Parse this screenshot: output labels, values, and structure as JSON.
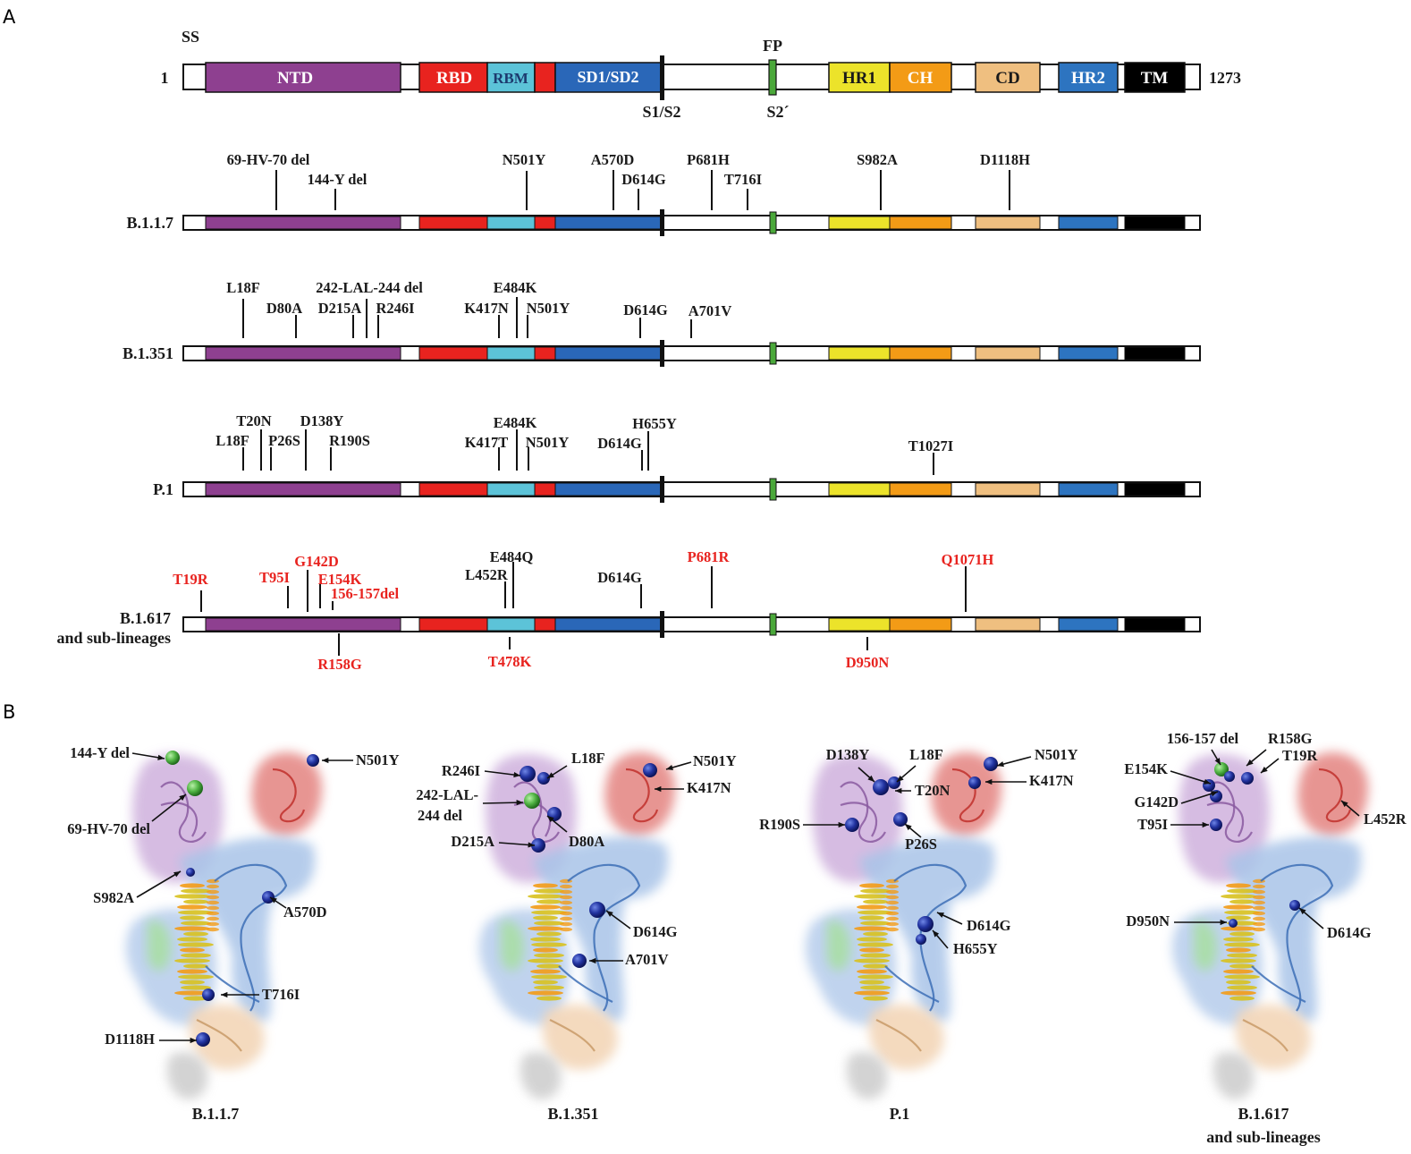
{
  "panels": {
    "a": "A",
    "b": "B"
  },
  "domain_map": {
    "start_label": "1",
    "end_label": "1273",
    "ss_label": "SS",
    "fp_label": "FP",
    "s1s2_label": "S1/S2",
    "s2prime_label": "S2´",
    "domains": [
      {
        "name": "NTD",
        "color": "#8e4090",
        "text_color": "#ffffff"
      },
      {
        "name": "RBD",
        "color": "#e8231f",
        "text_color": "#ffffff"
      },
      {
        "name": "RBM",
        "color": "#5cc3d8",
        "text_color": "#1c3a6e"
      },
      {
        "name": "",
        "color": "#e8231f",
        "text_color": "#ffffff"
      },
      {
        "name": "SD1/SD2",
        "color": "#2a67b8",
        "text_color": "#ffffff"
      },
      {
        "name": "",
        "color": "#4aa83a",
        "text_color": "#ffffff"
      },
      {
        "name": "HR1",
        "color": "#ece32a",
        "text_color": "#1a1a1a"
      },
      {
        "name": "CH",
        "color": "#f39b16",
        "text_color": "#ffffff"
      },
      {
        "name": "CD",
        "color": "#efbf80",
        "text_color": "#1a1a1a"
      },
      {
        "name": "HR2",
        "color": "#2d74c0",
        "text_color": "#ffffff"
      },
      {
        "name": "TM",
        "color": "#000000",
        "text_color": "#ffffff"
      }
    ]
  },
  "variants": [
    {
      "name": "B.1.1.7",
      "mutations": [
        {
          "label": "69-HV-70 del",
          "color": "#1a1a1a"
        },
        {
          "label": "144-Y del",
          "color": "#1a1a1a"
        },
        {
          "label": "N501Y",
          "color": "#1a1a1a"
        },
        {
          "label": "A570D",
          "color": "#1a1a1a"
        },
        {
          "label": "D614G",
          "color": "#1a1a1a"
        },
        {
          "label": "P681H",
          "color": "#1a1a1a"
        },
        {
          "label": "T716I",
          "color": "#1a1a1a"
        },
        {
          "label": "S982A",
          "color": "#1a1a1a"
        },
        {
          "label": "D1118H",
          "color": "#1a1a1a"
        }
      ]
    },
    {
      "name": "B.1.351",
      "mutations": [
        {
          "label": "L18F",
          "color": "#1a1a1a"
        },
        {
          "label": "D80A",
          "color": "#1a1a1a"
        },
        {
          "label": "D215A",
          "color": "#1a1a1a"
        },
        {
          "label": "242-LAL-244 del",
          "color": "#1a1a1a"
        },
        {
          "label": "R246I",
          "color": "#1a1a1a"
        },
        {
          "label": "K417N",
          "color": "#1a1a1a"
        },
        {
          "label": "E484K",
          "color": "#1a1a1a"
        },
        {
          "label": "N501Y",
          "color": "#1a1a1a"
        },
        {
          "label": "D614G",
          "color": "#1a1a1a"
        },
        {
          "label": "A701V",
          "color": "#1a1a1a"
        }
      ]
    },
    {
      "name": "P.1",
      "mutations": [
        {
          "label": "L18F",
          "color": "#1a1a1a"
        },
        {
          "label": "T20N",
          "color": "#1a1a1a"
        },
        {
          "label": "P26S",
          "color": "#1a1a1a"
        },
        {
          "label": "D138Y",
          "color": "#1a1a1a"
        },
        {
          "label": "R190S",
          "color": "#1a1a1a"
        },
        {
          "label": "K417T",
          "color": "#1a1a1a"
        },
        {
          "label": "E484K",
          "color": "#1a1a1a"
        },
        {
          "label": "N501Y",
          "color": "#1a1a1a"
        },
        {
          "label": "D614G",
          "color": "#1a1a1a"
        },
        {
          "label": "H655Y",
          "color": "#1a1a1a"
        },
        {
          "label": "T1027I",
          "color": "#1a1a1a"
        }
      ]
    },
    {
      "name": "B.1.617",
      "name_line2": "and sub-lineages",
      "mutations": [
        {
          "label": "T19R",
          "color": "#e8231f"
        },
        {
          "label": "T95I",
          "color": "#e8231f"
        },
        {
          "label": "G142D",
          "color": "#e8231f"
        },
        {
          "label": "E154K",
          "color": "#e8231f"
        },
        {
          "label": "156-157del",
          "color": "#e8231f"
        },
        {
          "label": "L452R",
          "color": "#1a1a1a"
        },
        {
          "label": "E484Q",
          "color": "#1a1a1a"
        },
        {
          "label": "D614G",
          "color": "#1a1a1a"
        },
        {
          "label": "P681R",
          "color": "#e8231f"
        },
        {
          "label": "Q1071H",
          "color": "#e8231f"
        },
        {
          "label": "R158G",
          "color": "#e8231f"
        },
        {
          "label": "T478K",
          "color": "#e8231f"
        },
        {
          "label": "D950N",
          "color": "#e8231f"
        }
      ]
    }
  ],
  "structures": [
    {
      "title": "B.1.1.7",
      "labels": [
        "144-Y del",
        "N501Y",
        "69-HV-70 del",
        "S982A",
        "A570D",
        "T716I",
        "D1118H"
      ]
    },
    {
      "title": "B.1.351",
      "labels": [
        "R246I",
        "L18F",
        "N501Y",
        "242-LAL-",
        "244 del",
        "K417N",
        "D215A",
        "D80A",
        "D614G",
        "A701V"
      ]
    },
    {
      "title": "P.1",
      "labels": [
        "D138Y",
        "L18F",
        "N501Y",
        "T20N",
        "K417N",
        "R190S",
        "P26S",
        "D614G",
        "H655Y"
      ]
    },
    {
      "title": "B.1.617",
      "title_line2": "and sub-lineages",
      "labels": [
        "156-157 del",
        "R158G",
        "E154K",
        "T19R",
        "G142D",
        "T95I",
        "L452R",
        "D950N",
        "D614G"
      ]
    }
  ]
}
